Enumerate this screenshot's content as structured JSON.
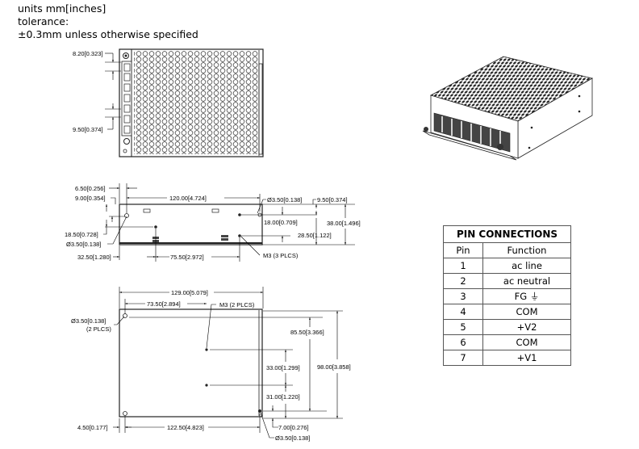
{
  "notes": {
    "units": "units mm[inches]",
    "tolerance_label": "tolerance:",
    "tolerance_value": "±0.3mm unless otherwise specified"
  },
  "top_view": {
    "dims": {
      "d1": "8.20[0.323]",
      "d2": "9.50[0.374]"
    }
  },
  "side_view": {
    "dims": {
      "d1": "6.50[0.256]",
      "d2": "9.00[0.354]",
      "d3": "120.00[4.724]",
      "d4": "Ø3.50[0.138]",
      "d5": "9.50[0.374]",
      "d6": "18.00[0.709]",
      "d7": "38.00[1.496]",
      "d8": "28.50[1.122]",
      "d9": "18.50[0.728]",
      "d10": "Ø3.50[0.138]",
      "d11": "32.50[1.280]",
      "d12": "75.50[2.972]",
      "d13": "M3 (3 PLCS)"
    }
  },
  "bottom_view": {
    "dims": {
      "d1": "129.00[5.079]",
      "d2": "73.50[2.894]",
      "d3": "M3 (2 PLCS)",
      "d4": "Ø3.50[0.138]",
      "d4b": "(2 PLCS)",
      "d5": "85.50[3.366]",
      "d6": "33.00[1.299]",
      "d7": "98.00[3.858]",
      "d8": "31.00[1.220]",
      "d9": "4.50[0.177]",
      "d10": "122.50[4.823]",
      "d11": "7.00[0.276]",
      "d12": "Ø3.50[0.138]"
    }
  },
  "pin_table": {
    "title": "PIN CONNECTIONS",
    "headers": [
      "Pin",
      "Function"
    ],
    "rows": [
      {
        "pin": "1",
        "function": "ac line"
      },
      {
        "pin": "2",
        "function": "ac neutral"
      },
      {
        "pin": "3",
        "function": "FG ⏚"
      },
      {
        "pin": "4",
        "function": "COM"
      },
      {
        "pin": "5",
        "function": "+V2"
      },
      {
        "pin": "6",
        "function": "COM"
      },
      {
        "pin": "7",
        "function": "+V1"
      }
    ]
  }
}
